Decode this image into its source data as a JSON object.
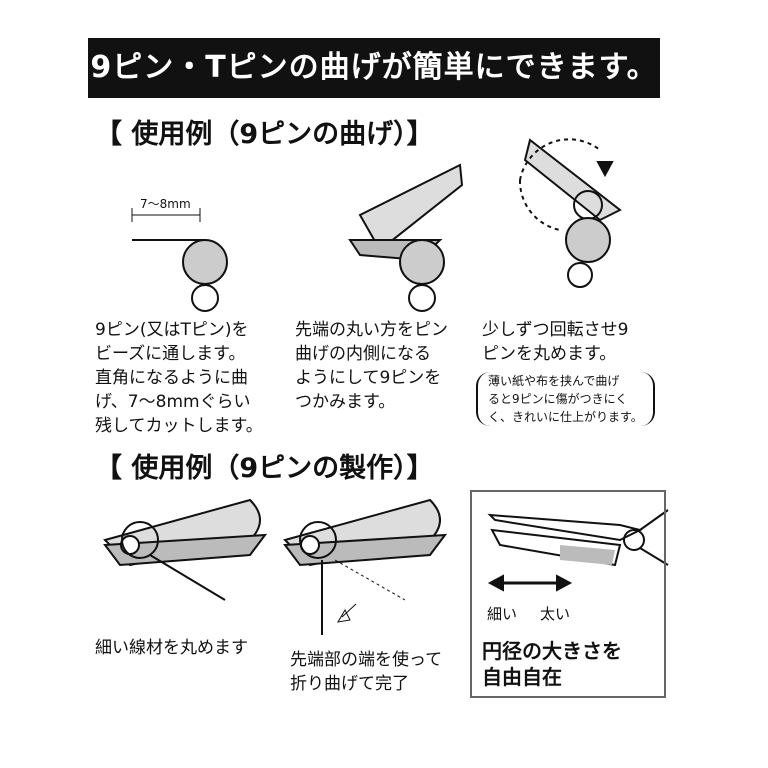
{
  "banner": {
    "title": "9ピン・Tピンの曲げが簡単にできます。"
  },
  "section1": {
    "heading": "【 使用例（9ピンの曲げ）】",
    "measure_label": "7〜8mm",
    "steps": [
      {
        "lines": [
          "9ピン(又はTピン)を",
          "ビーズに通します。",
          "直角になるように曲",
          "げ、7〜8mmぐらい",
          "残してカットします。"
        ]
      },
      {
        "lines": [
          "先端の丸い方をピン",
          "曲げの内側になる",
          "ようにして9ピンを",
          "つかみます。"
        ]
      },
      {
        "lines": [
          "少しずつ回転させ9",
          "ピンを丸めます。"
        ],
        "note": [
          "薄い紙や布を挟んで曲げ",
          "ると9ピンに傷がつきにく",
          "く、きれいに仕上がります。"
        ]
      }
    ]
  },
  "section2": {
    "heading": "【 使用例（9ピンの製作）】",
    "captions": [
      {
        "lines": [
          "細い線材を丸めます"
        ]
      },
      {
        "lines": [
          "先端部の端を使って",
          "折り曲げて完了"
        ]
      }
    ],
    "box": {
      "thin_label": "細い",
      "thick_label": "太い",
      "title_lines": [
        "円径の大きさを",
        "自由自在"
      ]
    }
  }
}
